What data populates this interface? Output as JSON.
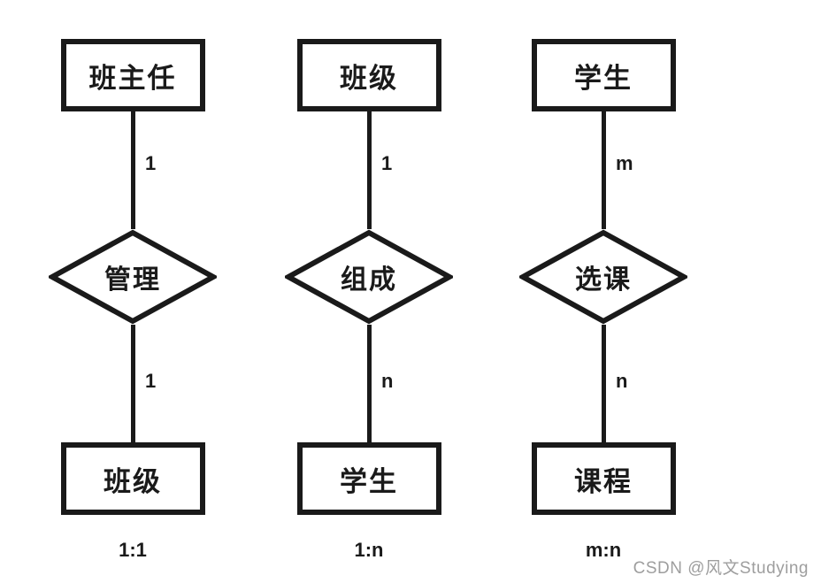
{
  "diagram": {
    "type": "er-diagram",
    "columns": [
      {
        "top_entity": "班主任",
        "top_cardinality": "1",
        "relation": "管理",
        "bottom_cardinality": "1",
        "bottom_entity": "班级",
        "ratio": "1:1"
      },
      {
        "top_entity": "班级",
        "top_cardinality": "1",
        "relation": "组成",
        "bottom_cardinality": "n",
        "bottom_entity": "学生",
        "ratio": "1:n"
      },
      {
        "top_entity": "学生",
        "top_cardinality": "m",
        "relation": "选课",
        "bottom_cardinality": "n",
        "bottom_entity": "课程",
        "ratio": "m:n"
      }
    ]
  },
  "watermark": "CSDN @风文Studying",
  "colors": {
    "line": "#1a1a1a",
    "background": "#ffffff",
    "watermark": "#9e9e9e"
  }
}
